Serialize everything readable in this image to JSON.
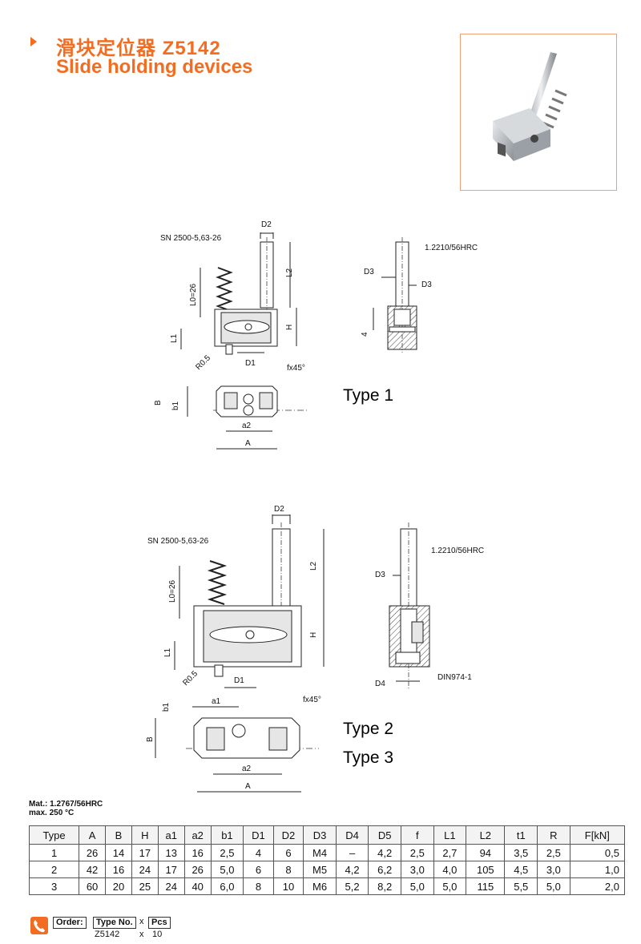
{
  "header": {
    "title_cn": "滑块定位器 Z5142",
    "title_en": "Slide holding devices"
  },
  "drawing": {
    "spring_label": "SN 2500-5,63-26",
    "hardness_label": "1.2210/56HRC",
    "din_label": "DIN974-1",
    "dims": {
      "D2": "D2",
      "L2": "L2",
      "L0": "L0=26",
      "H": "H",
      "L1": "L1",
      "R": "R0.5",
      "D1": "D1",
      "D3": "D3",
      "D4": "D4",
      "four": "4",
      "B": "B",
      "b1": "b1",
      "a1": "a1",
      "a2": "a2",
      "A": "A",
      "f": "fx45°"
    },
    "type1": "Type 1",
    "type2": "Type 2",
    "type3": "Type 3"
  },
  "material": {
    "line1": "Mat.: 1.2767/56HRC",
    "line2": "max. 250 °C"
  },
  "table": {
    "headers": [
      "Type",
      "A",
      "B",
      "H",
      "a1",
      "a2",
      "b1",
      "D1",
      "D2",
      "D3",
      "D4",
      "D5",
      "f",
      "L1",
      "L2",
      "t1",
      "R",
      "F[kN]"
    ],
    "rows": [
      [
        "1",
        "26",
        "14",
        "17",
        "13",
        "16",
        "2,5",
        "4",
        "6",
        "M4",
        "–",
        "4,2",
        "2,5",
        "2,7",
        "94",
        "3,5",
        "2,5",
        "0,5"
      ],
      [
        "2",
        "42",
        "16",
        "24",
        "17",
        "26",
        "5,0",
        "6",
        "8",
        "M5",
        "4,2",
        "6,2",
        "3,0",
        "4,0",
        "105",
        "4,5",
        "3,0",
        "1,0"
      ],
      [
        "3",
        "60",
        "20",
        "25",
        "24",
        "40",
        "6,0",
        "8",
        "10",
        "M6",
        "5,2",
        "8,2",
        "5,0",
        "5,0",
        "115",
        "5,5",
        "5,0",
        "2,0"
      ]
    ]
  },
  "order": {
    "label": "Order:",
    "type_no_label": "Type No.",
    "x": "x",
    "pcs_label": "Pcs",
    "type_no_value": "Z5142",
    "pcs_value": "10"
  },
  "colors": {
    "accent": "#f26d21",
    "photo_border": "#f2a07a"
  }
}
